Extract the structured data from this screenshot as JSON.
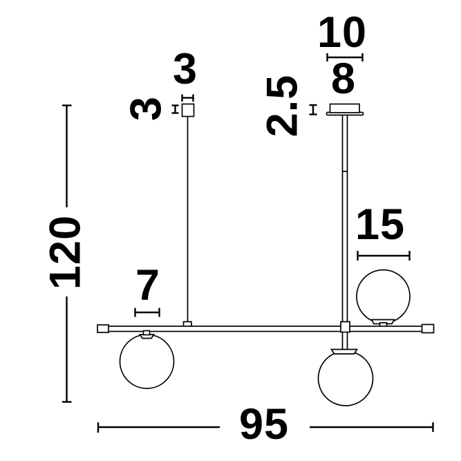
{
  "page": {
    "background_color": "#ffffff",
    "line_color": "#000000",
    "content_type": "technical dimension drawing of a linear pendant lamp with three glass spheres"
  },
  "drawing": {
    "labels": {
      "total_height": "120",
      "total_width": "95",
      "canopy_span": "10",
      "canopy_diameter": "8",
      "canopy_height": "2.5",
      "mount_width": "3",
      "mount_height": "3",
      "sphere_diameter": "15",
      "stem_width": "7"
    }
  }
}
